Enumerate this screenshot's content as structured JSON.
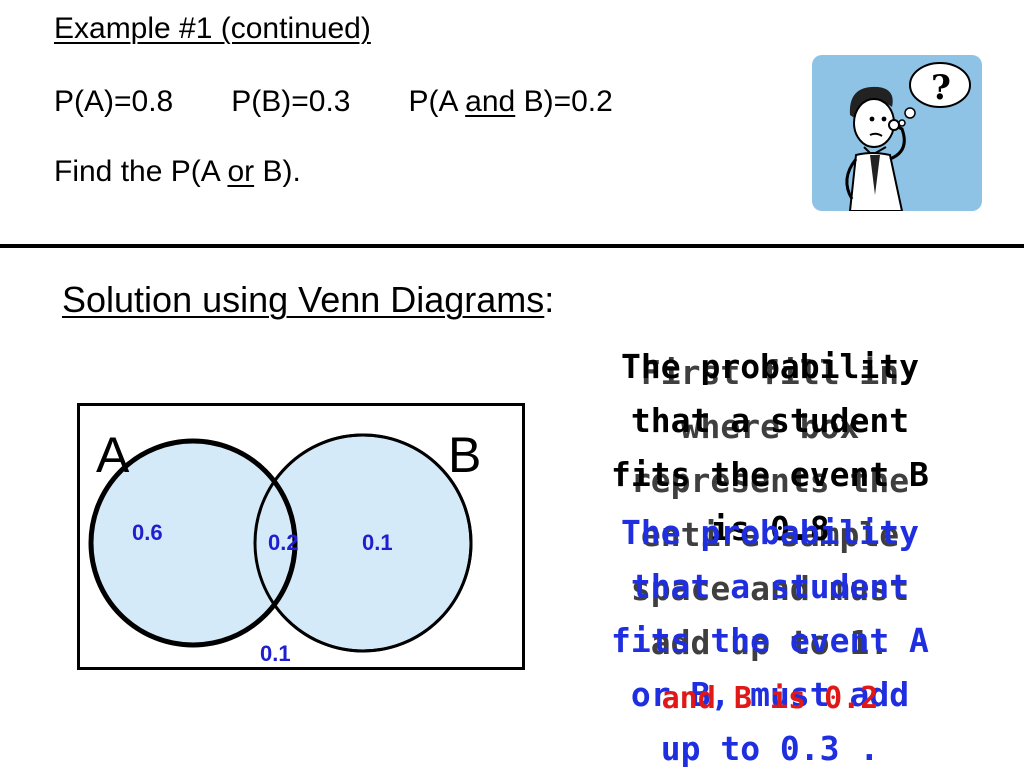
{
  "header": {
    "title": "Example #1 (continued)",
    "p_a": "P(A)=0.8",
    "p_b": "P(B)=0.3",
    "p_ab_pre": "P(A ",
    "p_ab_and": "and",
    "p_ab_post": " B)=0.2",
    "find_pre": "Find the P(A ",
    "find_or": "or",
    "find_post": " B)."
  },
  "solution": {
    "title": "Solution using Venn Diagrams",
    "colon": ":"
  },
  "venn": {
    "set_a": "A",
    "set_b": "B",
    "a_only": "0.6",
    "a_and_b": "0.2",
    "b_only": "0.1",
    "outside": "0.1",
    "circle_fill": "#d4eaf8",
    "value_color": "#1f1fd0"
  },
  "overlay_text": {
    "line1": "The probability\nthat a student\nfits the event B\nis 0.8",
    "line2": "First fill in\nwhere box\nrepresents the\nentire sample\nspace and must\nadd up to 1.",
    "line3": "The probability\nthat a student\nfits the event A\nor B, must add\nup to 0.3 .",
    "line4": "and B is 0.2"
  },
  "icons": {
    "cartoon": "confused-person-icon"
  }
}
